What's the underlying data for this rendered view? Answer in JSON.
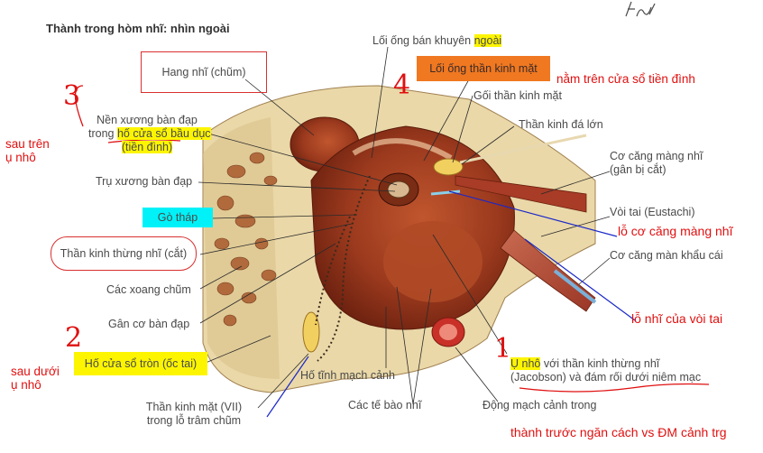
{
  "title": "Thành trong hòm nhĩ: nhìn ngoài",
  "signature": "F. Netter",
  "labels": {
    "hang_nhi": "Hang nhĩ (chũm)",
    "loi_ong_ban_khuyen_a": "Lối ống bán khuyên ",
    "loi_ong_ban_khuyen_b": "ngoài",
    "loi_ong_than_kinh_mat": "Lối ống thần kinh mặt",
    "goi_than_kinh_mat": "Gối thần kinh mặt",
    "than_kinh_da_lon": "Thần kinh đá lớn",
    "nen_xuong_1": "Nền xương bàn đạp",
    "nen_xuong_2a": "trong ",
    "nen_xuong_2b": "hố cửa sổ bầu dục",
    "nen_xuong_3": "(tiền đình)",
    "tru_xuong_ban_dap": "Trụ xương bàn đạp",
    "co_cang_mang_nhi_1": "Cơ căng màng nhĩ",
    "co_cang_mang_nhi_2": "(gân bị cắt)",
    "go_thap": "Gò tháp",
    "voi_tai": "Vòi tai (Eustachi)",
    "than_kinh_thung_nhi": "Thần kinh thừng nhĩ (cắt)",
    "co_cang_man_khau_cai": "Cơ căng màn khẩu cái",
    "cac_xoang_chum": "Các xoang chũm",
    "gan_co_ban_dap": "Gân cơ bàn đạp",
    "ho_cua_so_tron": "Hố cửa sổ tròn (ốc tai)",
    "ho_tinh_mach_canh": "Hố tĩnh mạch cảnh",
    "than_kinh_mat_1": "Thần kinh mặt (VII)",
    "than_kinh_mat_2": "trong lỗ trâm chũm",
    "cac_te_bao_nhi": "Các tế bào nhĩ",
    "u_nho_1a": "Ụ nhô",
    "u_nho_1b": " với thần kinh thừng nhĩ",
    "u_nho_2": "(Jacobson) và đám rối dưới niêm mạc",
    "dong_mach_canh_trong": "Động mạch cảnh trong"
  },
  "annotations": {
    "num_3": "3",
    "num_4": "4",
    "num_2": "2",
    "num_1": "1",
    "nam_tren": "nằm trên cửa sổ tiền đình",
    "sau_tren_1": "sau trên",
    "sau_tren_2": "ụ nhô",
    "lo_co_cang": "lỗ cơ căng màng nhĩ",
    "lo_nhi": "lỗ nhĩ của vòi tai",
    "sau_duoi_1": "sau dưới",
    "sau_duoi_2": "ụ nhô",
    "thanh_truoc": "thành trước ngăn cách vs ĐM cảnh trg"
  },
  "colors": {
    "highlight_yellow": "#fdf500",
    "highlight_cyan": "#00f2f8",
    "highlight_orange": "#f07820",
    "annotation_red": "#e01010",
    "annotation_blue": "#1a28c8",
    "bone": "#ead8a8",
    "tissue": "#9a3a22"
  }
}
